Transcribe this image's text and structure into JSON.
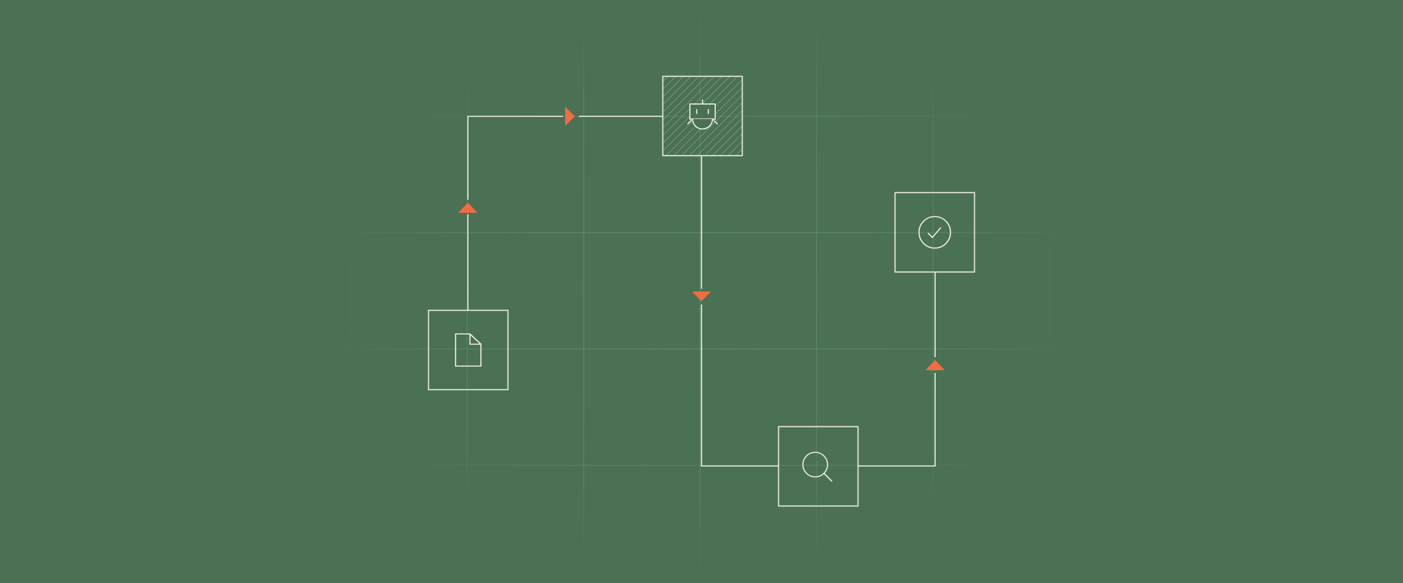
{
  "colors": {
    "background": "#4a7153",
    "grid": "#5a8a66",
    "line": "#f4f1ea",
    "arrow": "#f26b45"
  },
  "nodes": [
    {
      "id": "document",
      "icon": "document-icon",
      "style": "outline"
    },
    {
      "id": "robot",
      "icon": "robot-icon",
      "style": "hatched"
    },
    {
      "id": "search",
      "icon": "search-icon",
      "style": "outline"
    },
    {
      "id": "check",
      "icon": "check-circle-icon",
      "style": "outline"
    }
  ],
  "edges": [
    {
      "from": "document",
      "to": "robot",
      "arrow": "up"
    },
    {
      "from": "document",
      "to": "robot",
      "arrow": "right"
    },
    {
      "from": "robot",
      "to": "search",
      "arrow": "down"
    },
    {
      "from": "search",
      "to": "check",
      "arrow": "up"
    }
  ]
}
